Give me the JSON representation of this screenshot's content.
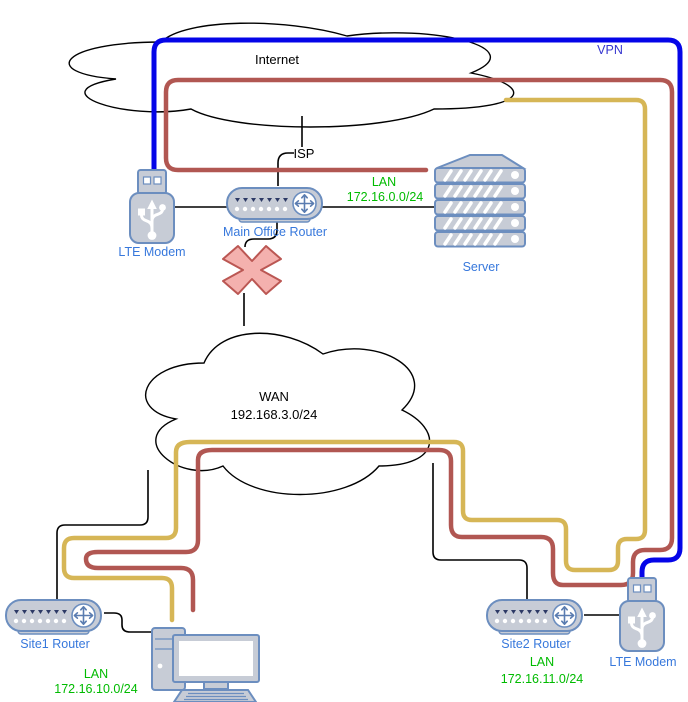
{
  "diagram": {
    "labels": {
      "internet": "Internet",
      "vpn": "VPN",
      "isp": "ISP",
      "wan_name": "WAN",
      "wan_subnet": "192.168.3.0/24",
      "main_lte_modem": "LTE Modem",
      "main_router": "Main Office Router",
      "server": "Server",
      "main_lan_title": "LAN",
      "main_lan_subnet": "172.16.0.0/24",
      "site1_router": "Site1 Router",
      "site1_lan_title": "LAN",
      "site1_lan_subnet": "172.16.10.0/24",
      "site2_router": "Site2 Router",
      "site2_lan_title": "LAN",
      "site2_lan_subnet": "172.16.11.0/24",
      "site2_lte_modem": "LTE Modem"
    },
    "colors": {
      "vpn_line": "#0505e8",
      "vpn_label": "#3535cf",
      "backup_path_red": "#b15752",
      "backup_path_yellow": "#d6b656",
      "device_label": "#3778dc",
      "lan_label": "#00bb00",
      "device_stroke": "#6c8ebf",
      "device_fill": "#c7ccd6",
      "x_marker_fill": "#f4b1ae",
      "x_marker_stroke": "#bb5753",
      "connector": "#000000"
    }
  }
}
